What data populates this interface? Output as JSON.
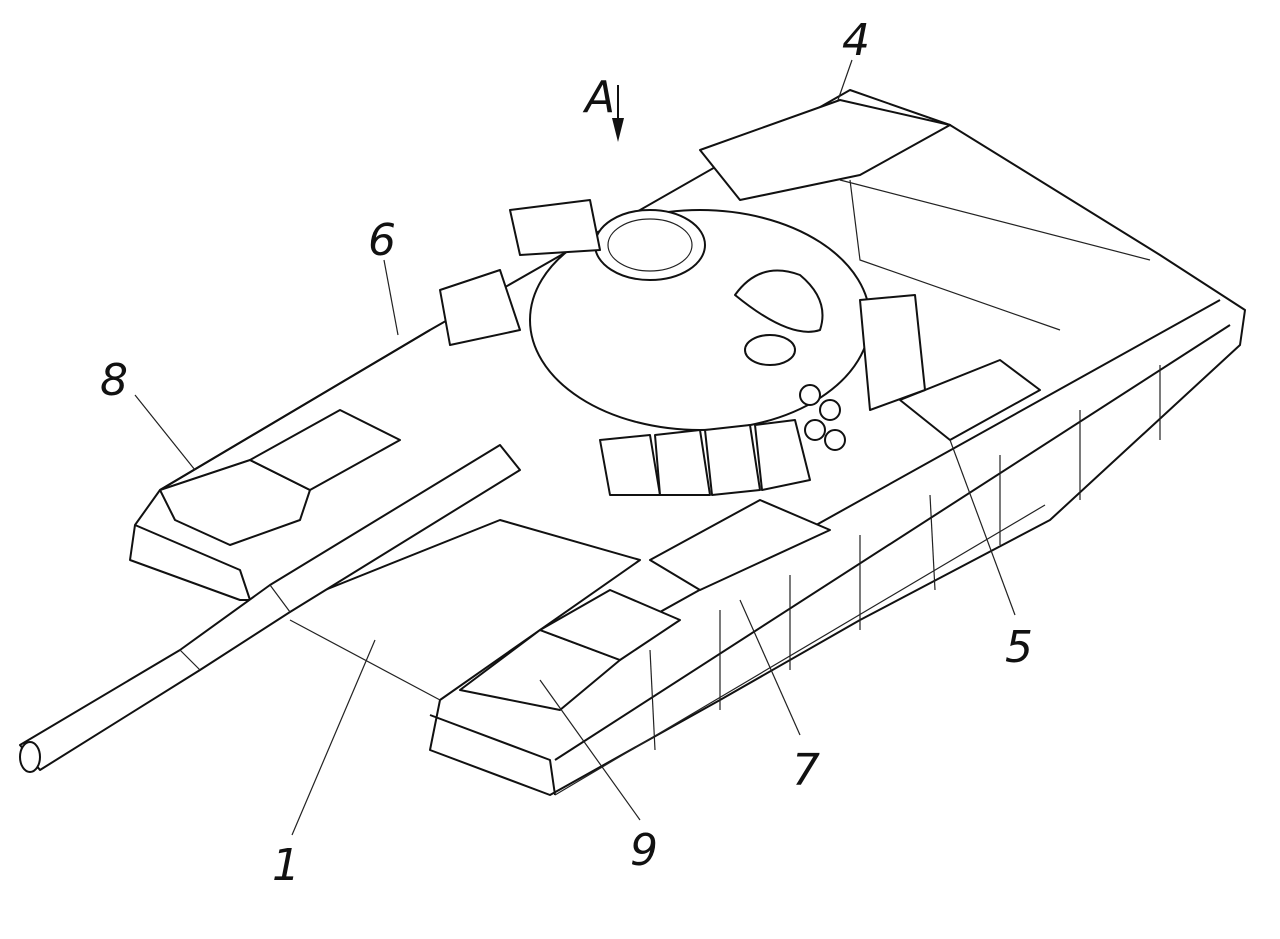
{
  "figure": {
    "view_label": "A",
    "callouts": [
      {
        "id": "4",
        "text": "4"
      },
      {
        "id": "6",
        "text": "6"
      },
      {
        "id": "8",
        "text": "8"
      },
      {
        "id": "5",
        "text": "5"
      },
      {
        "id": "7",
        "text": "7"
      },
      {
        "id": "9",
        "text": "9"
      },
      {
        "id": "1",
        "text": "1"
      }
    ]
  }
}
